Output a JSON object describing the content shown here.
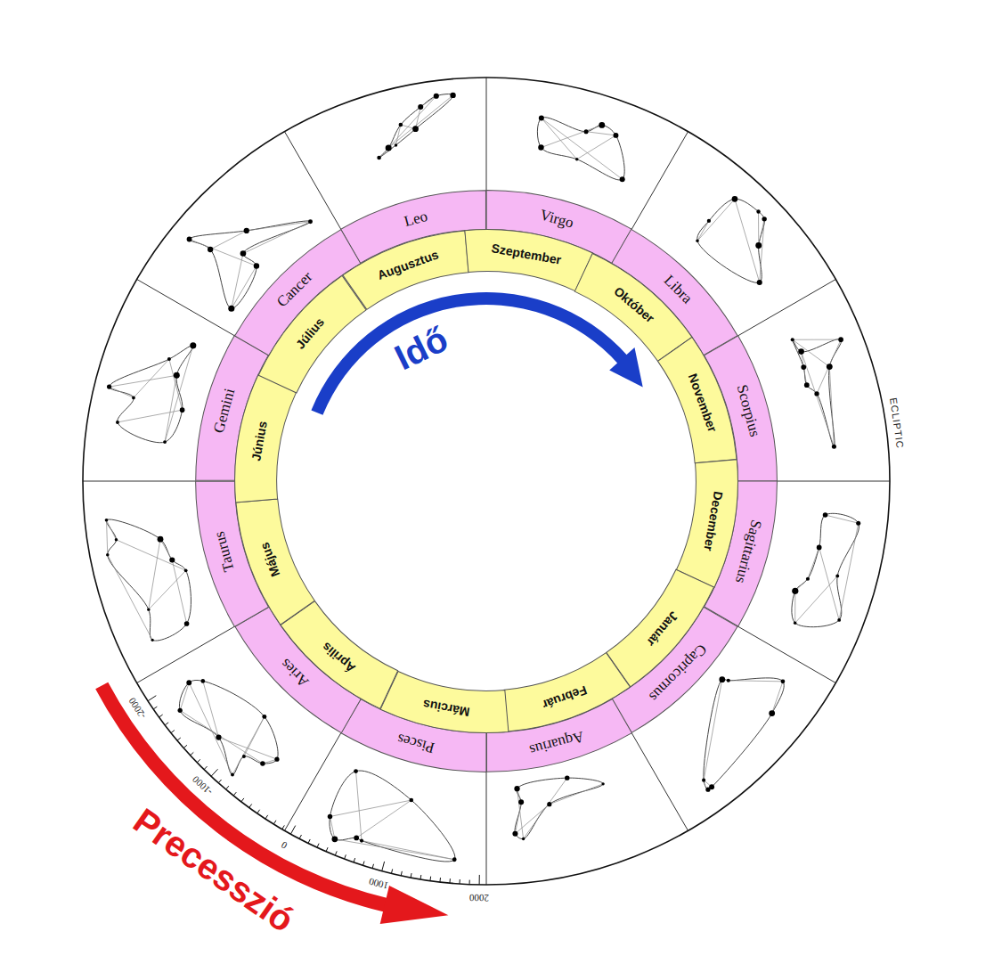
{
  "diagram": {
    "nodes": [
      {
        "text": [
          "Leo"
        ]
      },
      {
        "text": [
          "Virgo"
        ]
      },
      {
        "text": [
          "Libra"
        ]
      },
      {
        "text": [
          "Scorpius"
        ]
      },
      {
        "text": [
          "Sagittarius"
        ]
      },
      {
        "text": [
          "Capricornus"
        ]
      },
      {
        "text": [
          "Aquarius"
        ]
      },
      {
        "text": [
          "Pisces"
        ]
      },
      {
        "text": [
          "Aries"
        ]
      },
      {
        "text": [
          "Taurus"
        ]
      },
      {
        "text": [
          "Gemini"
        ]
      },
      {
        "text": [
          "Cancer"
        ]
      },
      {
        "text": [
          "Augusztus"
        ]
      },
      {
        "text": [
          "Szeptember"
        ]
      },
      {
        "text": [
          "Október"
        ]
      },
      {
        "text": [
          "November"
        ]
      },
      {
        "text": [
          "December"
        ]
      },
      {
        "text": [
          "Január"
        ]
      },
      {
        "text": [
          "Február"
        ]
      },
      {
        "text": [
          "Március"
        ]
      },
      {
        "text": [
          "Április"
        ]
      },
      {
        "text": [
          "Május"
        ]
      },
      {
        "text": [
          "Június"
        ]
      },
      {
        "text": [
          "Július"
        ]
      }
    ],
    "labels": [
      "Idő",
      "ECLIPTIC",
      "-2000",
      "-1000",
      "0",
      "1000",
      "2000",
      "Precesszió"
    ]
  }
}
